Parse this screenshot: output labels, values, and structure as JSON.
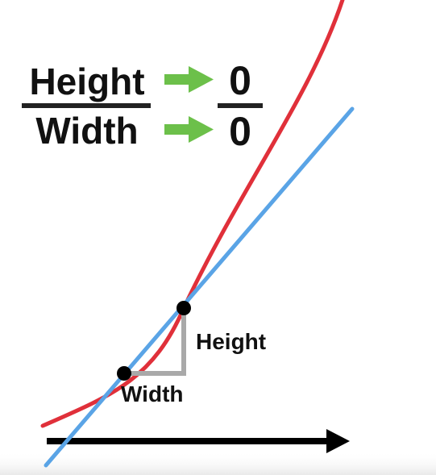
{
  "formula": {
    "numerator_label": "Height",
    "denominator_label": "Width",
    "numerator_limit": "0",
    "denominator_limit": "0"
  },
  "graph": {
    "height_label": "Height",
    "width_label": "Width"
  },
  "colors": {
    "curve": "#e0303a",
    "tangent_line": "#5aa4e6",
    "arrow": "#6cc04a",
    "axis": "#000000",
    "triangle": "#a9a9a9",
    "point": "#000000",
    "fraction_bar": "#222222"
  }
}
